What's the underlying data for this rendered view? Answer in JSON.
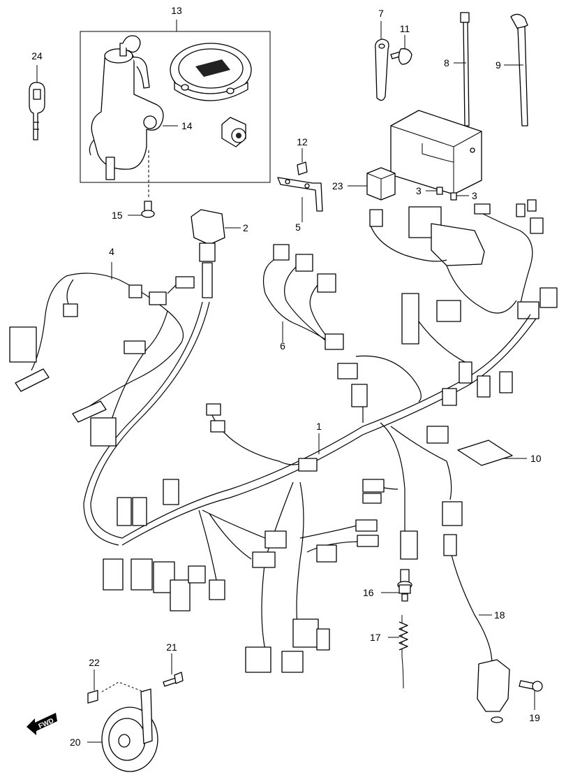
{
  "diagram": {
    "fwd_label": "FWD",
    "callouts": {
      "c1": "1",
      "c2": "2",
      "c3a": "3",
      "c3b": "3",
      "c4": "4",
      "c5": "5",
      "c6": "6",
      "c7": "7",
      "c8": "8",
      "c9": "9",
      "c10": "10",
      "c11": "11",
      "c12": "12",
      "c13": "13",
      "c14": "14",
      "c15": "15",
      "c16": "16",
      "c17": "17",
      "c18": "18",
      "c19": "19",
      "c20": "20",
      "c21": "21",
      "c22": "22",
      "c23": "23",
      "c24": "24"
    }
  }
}
